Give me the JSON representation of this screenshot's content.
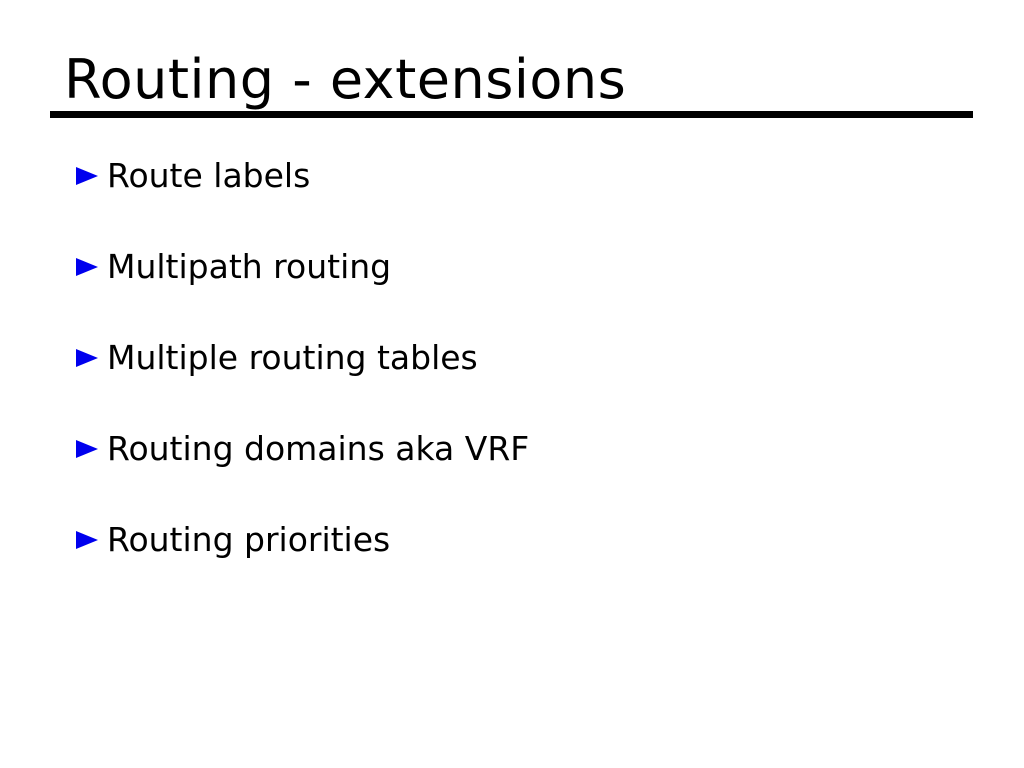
{
  "slide": {
    "title": "Routing - extensions",
    "bullets": [
      "Route labels",
      "Multipath routing",
      "Multiple routing tables",
      "Routing domains aka VRF",
      "Routing priorities"
    ],
    "bullet_marker_icon": "right-pointing-triangle",
    "colors": {
      "background": "#ffffff",
      "text": "#000000",
      "rule": "#000000",
      "bullet_marker": "#0000ee"
    }
  }
}
